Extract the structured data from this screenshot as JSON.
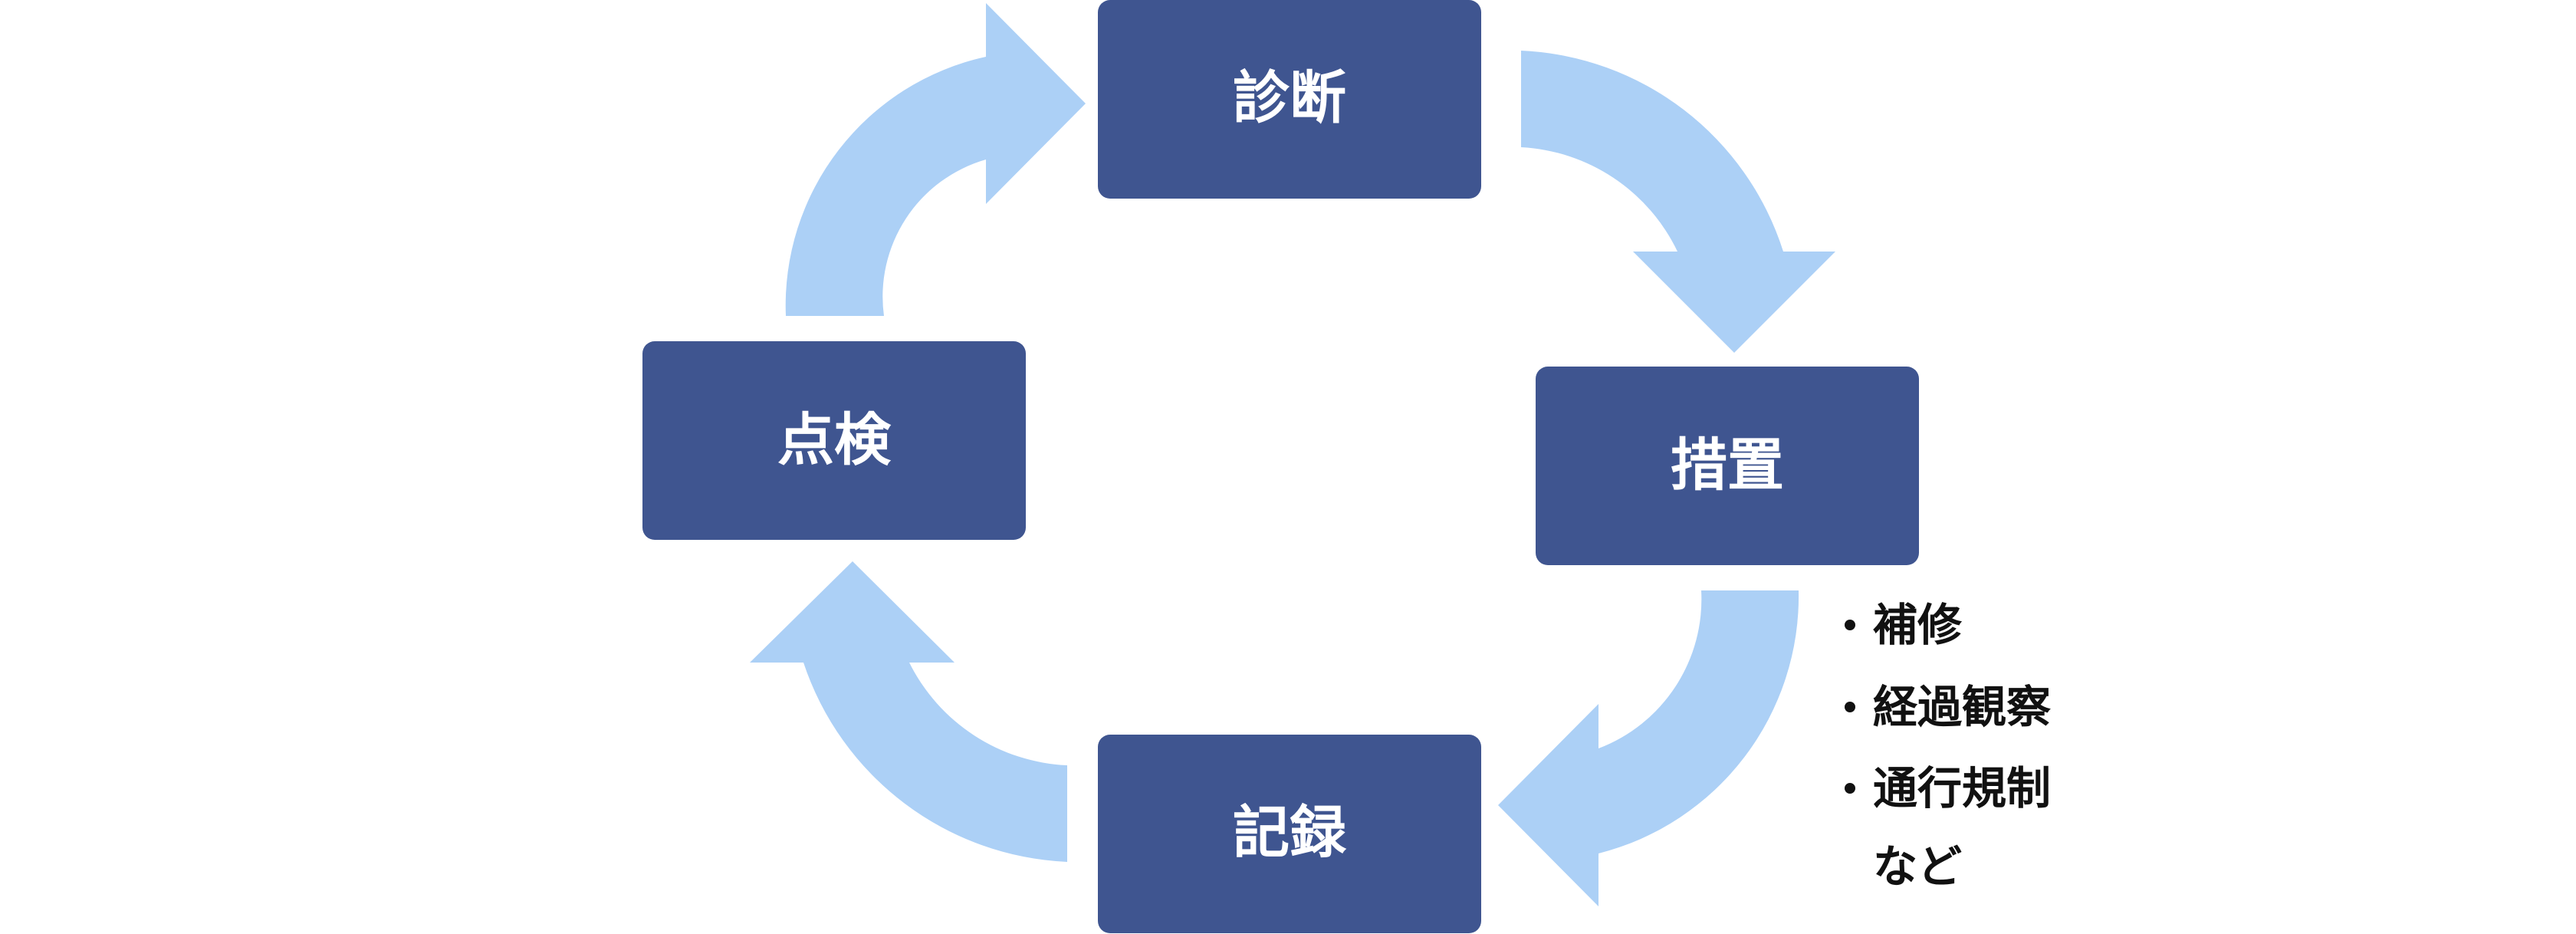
{
  "nodes": {
    "diagnosis": "診断",
    "measures": "措置",
    "record": "記録",
    "inspection": "点検"
  },
  "measures_notes": {
    "items": [
      "補修",
      "経過観察",
      "通行規制"
    ],
    "trailer": "など"
  },
  "colors": {
    "node_fill": "#3f5590",
    "node_text": "#ffffff",
    "arrow_fill": "#acd0f6"
  }
}
